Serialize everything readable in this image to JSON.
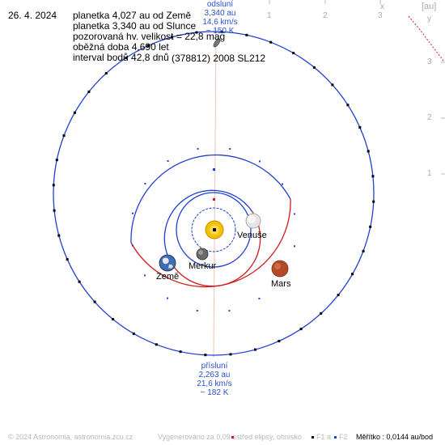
{
  "date": "26. 4. 2024",
  "info": {
    "line1": "planetka 4,027 au od Země",
    "line2": "planetka 3,340 au od Slunce",
    "line3": "pozorovaná hv. velikost = 22,8 mag",
    "line4": "oběžná doba 4,690 let",
    "line5": "interval bodů 42,8 dnů"
  },
  "object_name": "(378812) 2008 SL212",
  "aphelion": {
    "title": "odsluní",
    "dist": "3,340 au",
    "speed": "14,6 km/s",
    "temp": "~ 150 K"
  },
  "perihelion": {
    "title": "přísluní",
    "dist": "2,263 au",
    "speed": "21,6 km/s",
    "temp": "~ 182 K"
  },
  "planets": {
    "venus": "Venuše",
    "earth": "Země",
    "mercury": "Merkur",
    "mars": "Mars"
  },
  "axis": {
    "unit": "[au]",
    "x_letter": "x",
    "y_letter": "y",
    "x_ticks": [
      "1",
      "2",
      "3"
    ],
    "y_ticks": [
      "3",
      "2",
      "1"
    ]
  },
  "footer": {
    "copyright": "© 2024 Astronomia, astronomia.zcu.cz",
    "generated": "Vygenerováno za 0,09 s",
    "legend_center": "střed elipsy, ohnisko",
    "legend_f1": "F1",
    "legend_a": "a",
    "legend_f2": "F2",
    "scale": "Měřítko : 0,0144 au/bod"
  },
  "colors": {
    "blue": "#1f3fd0",
    "red": "#d21a1a",
    "axis": "#bbbbbb",
    "sun": "#f2c200"
  }
}
